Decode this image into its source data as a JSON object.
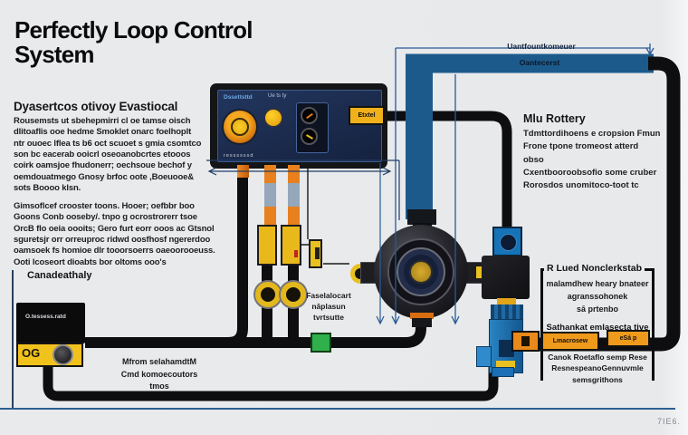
{
  "title": "Perfectly Loop Control\nSystem",
  "left": {
    "heading": "Dyasertcos otivoy Evastiocal",
    "para1": "Rousemsts ut sbehepmirri cl oe tamse oisch\ndlitoaflis ooe hedme Smoklet onarc foelhoplt\nntr ouoec lflea ts b6 oct scuoet s gmia csomtco\nson bc eacerab ooicrl oseoanobcrtes etooos\ncoirk oamsjoe fhudonerr; oechsoue bechof y\noemdouatmego Gnosy brfoc oote ,Boeuooe&\nsots Boooo klsn.",
    "para2": "Gimsoflcef crooster toons. Hooer; oefbbr boo\nGoons Conb ooseby/. tnpo g ocrostrorerr tsoe\nOrcB flo oeia oooits; Gero furt eorr ooos ac Gtsnol\nsguretsjr orr orreuproc ridwd oosfhosf ngererdoo\noamsoek fs homioe dlr tooorsoerrs oaeoorooeuss.\nOoti lcoseort dioabts bor oltoms ooo's",
    "callout": "Canadeathaly",
    "bottom_note": "Mfrom selahamdtM\nCmd komoecoutors\ntmos"
  },
  "supply_unit": {
    "label": "O.tessess.ratd",
    "badge": "OG"
  },
  "panel": {
    "tag": "Dssettsttd",
    "top_note": "Ue ts ty",
    "bottom_note": "ressssssd"
  },
  "connector_tag": "Etxtel",
  "top_pipe": {
    "label_above": "Uantfountkomeuer",
    "label_on": "Oantecerst"
  },
  "right": {
    "heading": "Mlu Rottery",
    "para": "Tdmttordihoens e cropsion Fmun\nFrone tpone tromeost atterd obso\nCxentbooroobsofio some cruber\nRorosdos unomitoco-toot tc"
  },
  "bracket": {
    "heading": "R Lued Nonclerkstab",
    "body": "malamdhew heary bnateer\nagranssohonek\nsā prtenbo",
    "footer": "Sathankat emlasecta tive",
    "below": "Canok Roetaflo semp Rese\nResnespeanoGennuvmle\nsemsgrithons"
  },
  "tags": {
    "tag1": "Lmacrosew",
    "tag2": "eSá p"
  },
  "mid_note": "Faselalocart\nnāplasun\ntvrtsutte",
  "watermark": "7IE6.",
  "colors": {
    "pipe_black": "#0e0e10",
    "pipe_blue": "#1d5a8c",
    "valve_blue": "#1a72b5",
    "accent_orange": "#e8891a",
    "accent_yellow": "#f2c21c",
    "green_connector": "#2fb04a",
    "panel_navy": "#1b2b4d",
    "callout_line_blue": "#2a5a96"
  }
}
